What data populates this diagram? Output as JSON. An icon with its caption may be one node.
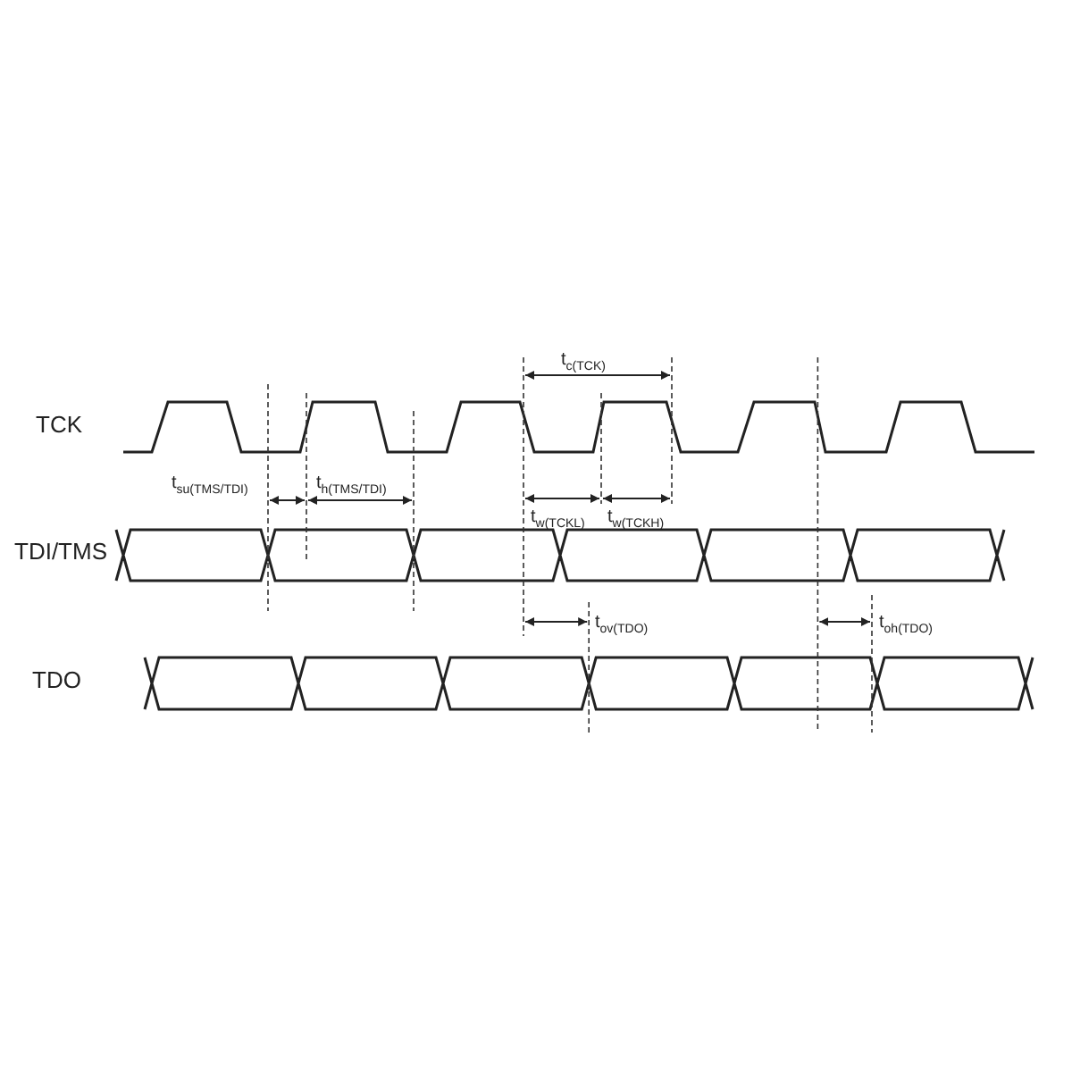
{
  "diagram": {
    "labels": [
      "t$_{c(TCK)}$",
      "TCK",
      "t$_{su(TMS/TDI)}$",
      "t$_{h(TMS/TDI)}$",
      "t$_{w(TCKL)}$",
      "t$_{w(TCKH)}$",
      "TDI/TMS",
      "t$_{ov(TDO)}$",
      "t$_{oh(TDO)}$",
      "TDO"
    ]
  }
}
